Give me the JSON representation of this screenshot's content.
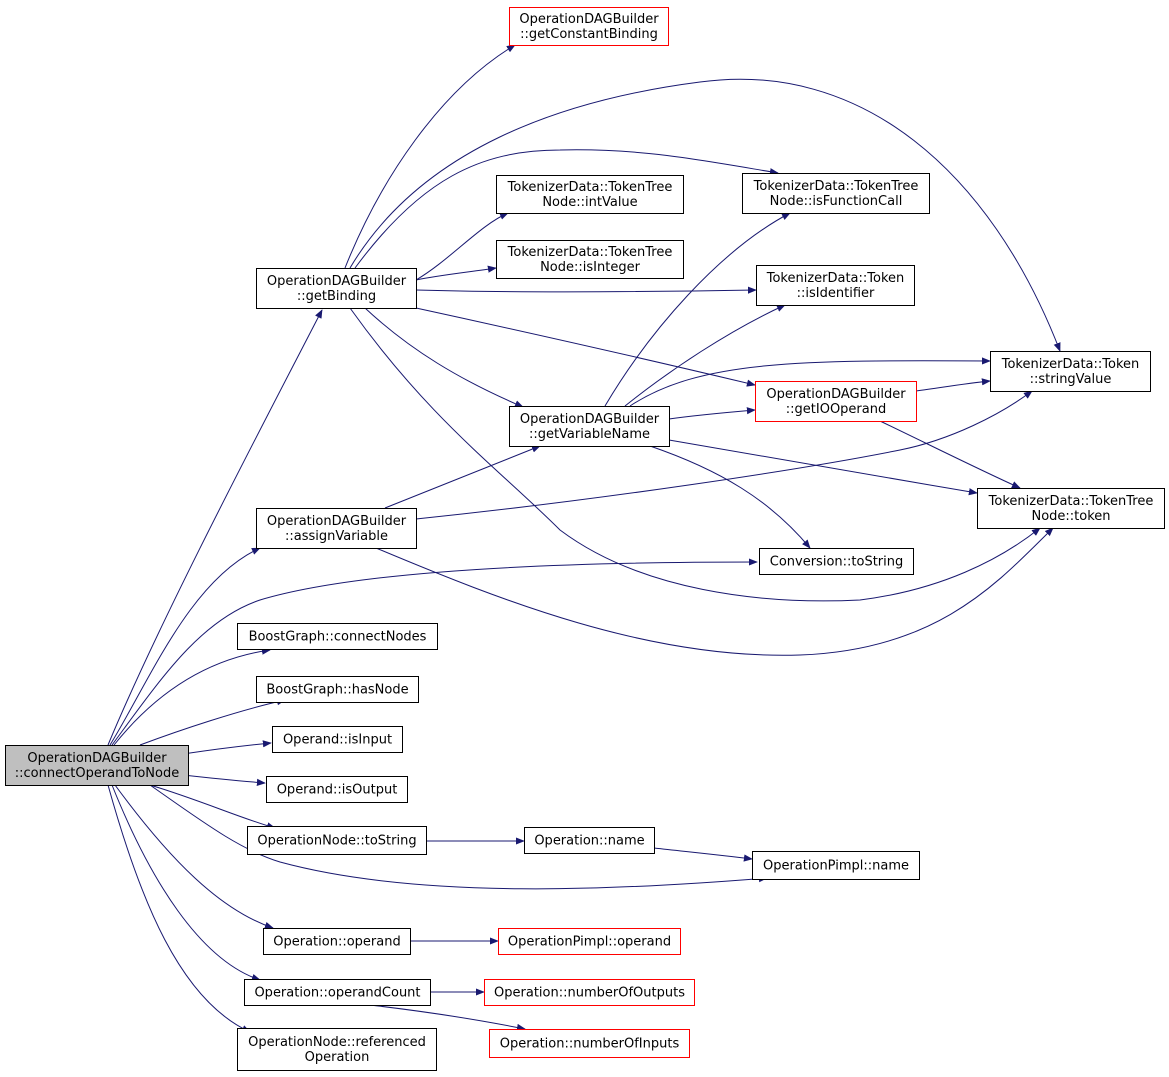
{
  "colors": {
    "edge": "#191970",
    "node_border": "#000000",
    "node_border_truncated": "#ff0000",
    "root_fill": "#bfbfbf",
    "background": "#ffffff"
  },
  "nodes": [
    {
      "id": "root",
      "lines": [
        "OperationDAGBuilder",
        "::connectOperandToNode"
      ],
      "style": "root"
    },
    {
      "id": "getConstantBinding",
      "lines": [
        "OperationDAGBuilder",
        "::getConstantBinding"
      ],
      "style": "red"
    },
    {
      "id": "getBinding",
      "lines": [
        "OperationDAGBuilder",
        "::getBinding"
      ],
      "style": "normal"
    },
    {
      "id": "intValue",
      "lines": [
        "TokenizerData::TokenTree",
        "Node::intValue"
      ],
      "style": "normal"
    },
    {
      "id": "isInteger",
      "lines": [
        "TokenizerData::TokenTree",
        "Node::isInteger"
      ],
      "style": "normal"
    },
    {
      "id": "isFunctionCall",
      "lines": [
        "TokenizerData::TokenTree",
        "Node::isFunctionCall"
      ],
      "style": "normal"
    },
    {
      "id": "isIdentifier",
      "lines": [
        "TokenizerData::Token",
        "::isIdentifier"
      ],
      "style": "normal"
    },
    {
      "id": "stringValue",
      "lines": [
        "TokenizerData::Token",
        "::stringValue"
      ],
      "style": "normal"
    },
    {
      "id": "getIOOperand",
      "lines": [
        "OperationDAGBuilder",
        "::getIOOperand"
      ],
      "style": "red"
    },
    {
      "id": "getVariableName",
      "lines": [
        "OperationDAGBuilder",
        "::getVariableName"
      ],
      "style": "normal"
    },
    {
      "id": "token",
      "lines": [
        "TokenizerData::TokenTree",
        "Node::token"
      ],
      "style": "normal"
    },
    {
      "id": "assignVariable",
      "lines": [
        "OperationDAGBuilder",
        "::assignVariable"
      ],
      "style": "normal"
    },
    {
      "id": "conversionToString",
      "lines": [
        "Conversion::toString"
      ],
      "style": "normal"
    },
    {
      "id": "connectNodes",
      "lines": [
        "BoostGraph::connectNodes"
      ],
      "style": "normal"
    },
    {
      "id": "hasNode",
      "lines": [
        "BoostGraph::hasNode"
      ],
      "style": "normal"
    },
    {
      "id": "isInput",
      "lines": [
        "Operand::isInput"
      ],
      "style": "normal"
    },
    {
      "id": "isOutput",
      "lines": [
        "Operand::isOutput"
      ],
      "style": "normal"
    },
    {
      "id": "opNodeToString",
      "lines": [
        "OperationNode::toString"
      ],
      "style": "normal"
    },
    {
      "id": "operationName",
      "lines": [
        "Operation::name"
      ],
      "style": "normal"
    },
    {
      "id": "pimplName",
      "lines": [
        "OperationPimpl::name"
      ],
      "style": "normal"
    },
    {
      "id": "operationOperand",
      "lines": [
        "Operation::operand"
      ],
      "style": "normal"
    },
    {
      "id": "pimplOperand",
      "lines": [
        "OperationPimpl::operand"
      ],
      "style": "red"
    },
    {
      "id": "operandCount",
      "lines": [
        "Operation::operandCount"
      ],
      "style": "normal"
    },
    {
      "id": "numberOfOutputs",
      "lines": [
        "Operation::numberOfOutputs"
      ],
      "style": "red"
    },
    {
      "id": "numberOfInputs",
      "lines": [
        "Operation::numberOfInputs"
      ],
      "style": "red"
    },
    {
      "id": "referencedOperation",
      "lines": [
        "OperationNode::referenced",
        "Operation"
      ],
      "style": "normal"
    }
  ],
  "edges": [
    [
      "root",
      "getBinding"
    ],
    [
      "root",
      "assignVariable"
    ],
    [
      "root",
      "conversionToString"
    ],
    [
      "root",
      "connectNodes"
    ],
    [
      "root",
      "hasNode"
    ],
    [
      "root",
      "isInput"
    ],
    [
      "root",
      "isOutput"
    ],
    [
      "root",
      "opNodeToString"
    ],
    [
      "root",
      "pimplName"
    ],
    [
      "root",
      "operationOperand"
    ],
    [
      "root",
      "operandCount"
    ],
    [
      "root",
      "referencedOperation"
    ],
    [
      "getBinding",
      "getConstantBinding"
    ],
    [
      "getBinding",
      "stringValue"
    ],
    [
      "getBinding",
      "isFunctionCall"
    ],
    [
      "getBinding",
      "intValue"
    ],
    [
      "getBinding",
      "isInteger"
    ],
    [
      "getBinding",
      "isIdentifier"
    ],
    [
      "getBinding",
      "getIOOperand"
    ],
    [
      "getBinding",
      "getVariableName"
    ],
    [
      "getBinding",
      "token"
    ],
    [
      "getVariableName",
      "isFunctionCall"
    ],
    [
      "getVariableName",
      "isIdentifier"
    ],
    [
      "getVariableName",
      "stringValue"
    ],
    [
      "getVariableName",
      "getIOOperand"
    ],
    [
      "getVariableName",
      "token"
    ],
    [
      "getVariableName",
      "conversionToString"
    ],
    [
      "getIOOperand",
      "stringValue"
    ],
    [
      "getIOOperand",
      "token"
    ],
    [
      "assignVariable",
      "getVariableName"
    ],
    [
      "assignVariable",
      "stringValue"
    ],
    [
      "assignVariable",
      "token"
    ],
    [
      "opNodeToString",
      "operationName"
    ],
    [
      "operationName",
      "pimplName"
    ],
    [
      "operationOperand",
      "pimplOperand"
    ],
    [
      "operandCount",
      "numberOfOutputs"
    ],
    [
      "operandCount",
      "numberOfInputs"
    ]
  ]
}
